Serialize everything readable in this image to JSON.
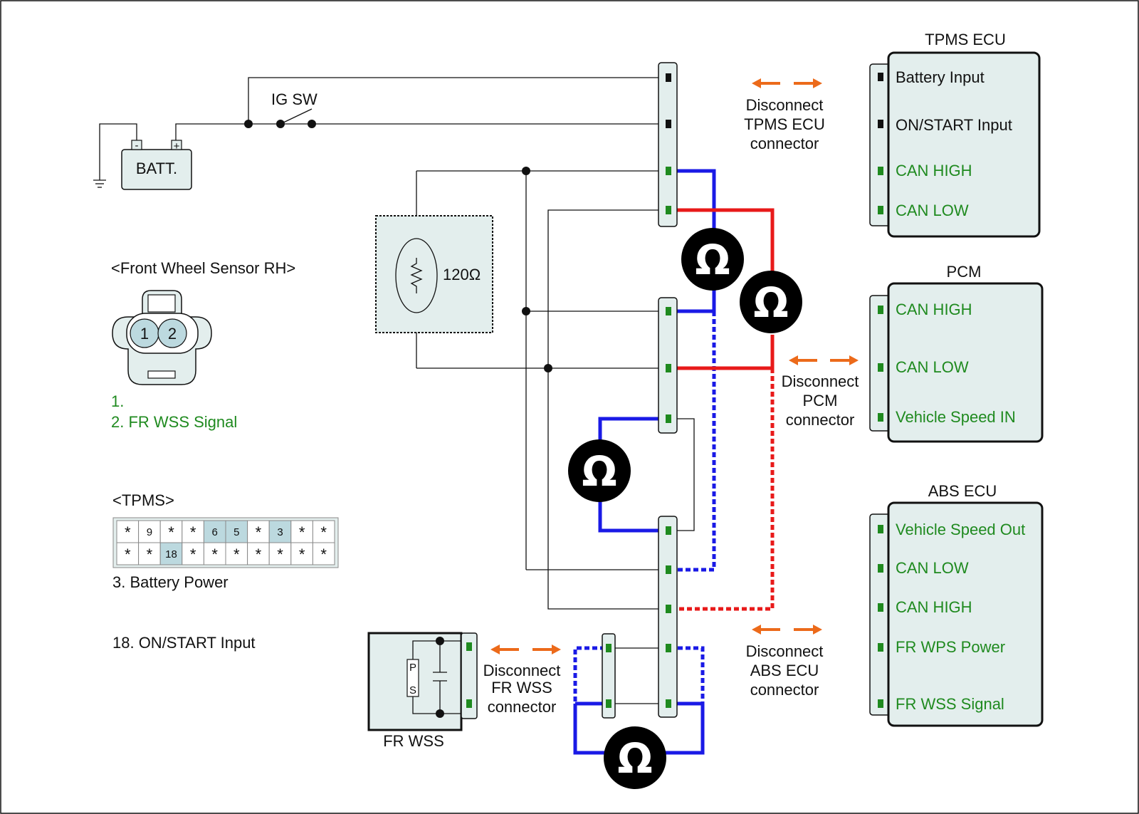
{
  "ecus": {
    "tpms": {
      "title": "TPMS ECU",
      "pins": [
        "Battery Input",
        "ON/START Input",
        "CAN HIGH",
        "CAN LOW"
      ]
    },
    "pcm": {
      "title": "PCM",
      "pins": [
        "CAN HIGH",
        "CAN LOW",
        "Vehicle Speed IN"
      ]
    },
    "abs": {
      "title": "ABS ECU",
      "pins": [
        "Vehicle Speed Out",
        "CAN LOW",
        "CAN HIGH",
        "FR WPS Power",
        "FR WSS Signal"
      ]
    }
  },
  "disconnect": {
    "tpms": [
      "Disconnect",
      "TPMS ECU",
      "connector"
    ],
    "pcm": [
      "Disconnect",
      "PCM",
      "connector"
    ],
    "abs": [
      "Disconnect",
      "ABS ECU",
      "connector"
    ],
    "wss": [
      "Disconnect",
      "FR WSS",
      "connector"
    ]
  },
  "battery": {
    "label": "BATT.",
    "minus": "-",
    "plus": "+"
  },
  "ig_switch": "IG SW",
  "resistor": "120Ω",
  "ohm_symbol": "Ω",
  "front_sensor": {
    "title": "<Front Wheel Sensor RH>",
    "pin_numbers": [
      "1",
      "2"
    ],
    "pins": [
      "1.",
      "2. FR WSS Signal"
    ]
  },
  "tpms_connector": {
    "title": "<TPMS>",
    "row1": [
      "*",
      "9",
      "*",
      "*",
      "6",
      "5",
      "*",
      "3",
      "*",
      "*"
    ],
    "row2": [
      "*",
      "*",
      "18",
      "*",
      "*",
      "*",
      "*",
      "*",
      "*",
      "*"
    ],
    "notes": [
      "3. Battery Power",
      "18. ON/START Input"
    ]
  },
  "fr_wss": {
    "label": "FR WSS",
    "p": "P",
    "s": "S"
  },
  "colors": {
    "can_high": "#1a1ae6",
    "can_low": "#e81a1a",
    "arrow": "#ec6a1a",
    "pin": "#1f8a1f",
    "panel": "#e3eeed"
  }
}
